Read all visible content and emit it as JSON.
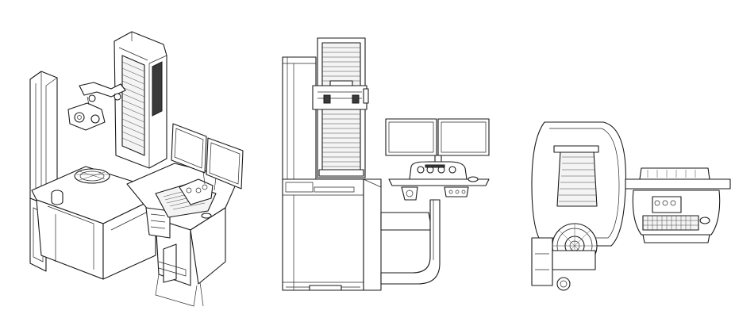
{
  "views": [
    {
      "id": "isometric"
    },
    {
      "id": "front"
    },
    {
      "id": "top"
    }
  ]
}
